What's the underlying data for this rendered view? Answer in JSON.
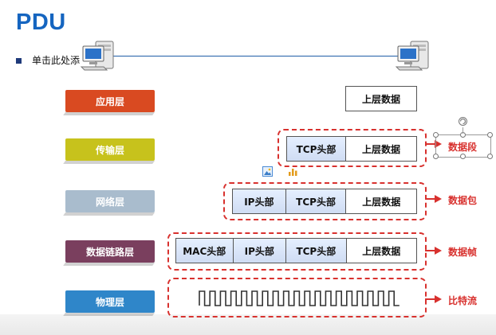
{
  "title": "PDU",
  "bullet": "单击此处添",
  "layers": [
    {
      "label": "应用层",
      "color": "#d94a21"
    },
    {
      "label": "传输层",
      "color": "#c7c21c"
    },
    {
      "label": "网络层",
      "color": "#a9bccd"
    },
    {
      "label": "数据链路层",
      "color": "#7a3f5e"
    },
    {
      "label": "物理层",
      "color": "#2f86c9"
    }
  ],
  "pdu": {
    "upper_data": "上层数据",
    "tcp_header": "TCP头部",
    "ip_header": "IP头部",
    "mac_header": "MAC头部"
  },
  "pdu_names": {
    "segment": "数据段",
    "packet": "数据包",
    "frame": "数据帧",
    "bitstream": "比特流"
  },
  "colors": {
    "title": "#1565c0",
    "dashed": "#d8312e",
    "header_fill": "#d8e4f7"
  }
}
